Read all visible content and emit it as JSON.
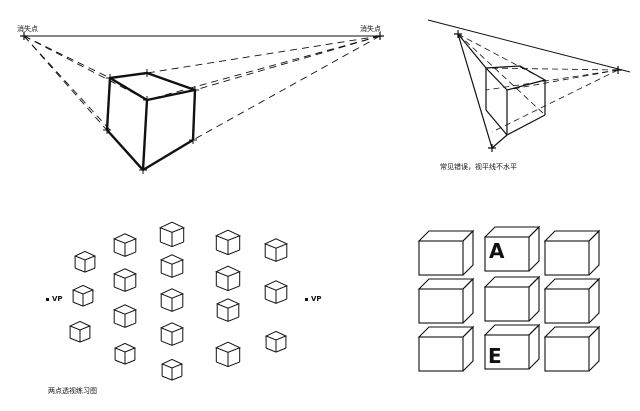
{
  "panel_top_left": {
    "vanishing_point_left": "消失点",
    "vanishing_point_right": "消失点"
  },
  "panel_top_right": {
    "caption": "常见错误，视平线不水平"
  },
  "panel_bottom_left": {
    "vp_left": "VP",
    "vp_right": "VP",
    "caption": "两点透视练习图"
  },
  "panel_bottom_right": {
    "letters": [
      "A",
      "E"
    ]
  },
  "colors": {
    "ink": "#111111",
    "background": "#ffffff"
  }
}
